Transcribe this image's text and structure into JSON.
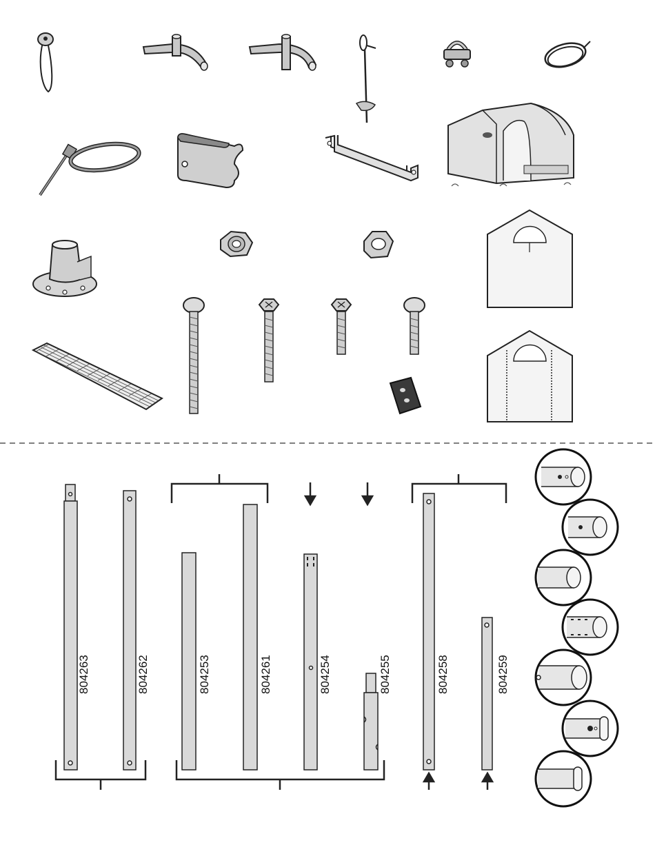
{
  "parts_sheet": {
    "hardware_items": [
      "ball-bungee-icon",
      "crossover-connector-left-icon",
      "crossover-connector-right-icon",
      "auger-ground-anchor-icon",
      "wire-rope-clip-icon",
      "cable-coil-icon",
      "cable-tie-icon",
      "rail-clip-icon",
      "tension-bracket-icon",
      "shelter-cover-icon",
      "lock-nut-icon",
      "hex-nut-icon",
      "foot-plate-icon",
      "end-panel-icon",
      "wire-mesh-panel-icon",
      "carriage-bolt-long-icon",
      "hex-bolt-long-icon",
      "hex-bolt-short-icon",
      "carriage-bolt-short-icon",
      "rubber-spacer-icon",
      "zippered-end-panel-icon"
    ],
    "tube_part_numbers": [
      "804263",
      "804262",
      "804253",
      "804261",
      "804254",
      "804255",
      "804258",
      "804259"
    ],
    "tube_end_detail_icons": [
      "tube-end-detail-1-icon",
      "tube-end-detail-2-icon",
      "tube-end-detail-3-icon",
      "tube-end-detail-4-icon",
      "tube-end-detail-5-icon",
      "tube-end-detail-6-icon",
      "tube-end-detail-7-icon"
    ]
  },
  "colors": {
    "line": "#222222",
    "part_fill": "#d9d9d9",
    "hardware_fill": "#c8c8c8",
    "dark_fill": "#3a3a3a",
    "divider": "#555555"
  }
}
